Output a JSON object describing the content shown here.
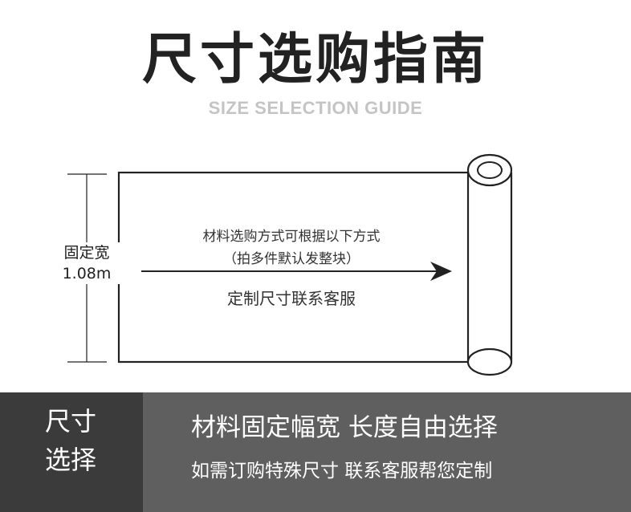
{
  "header": {
    "title": "尺寸选购指南",
    "subtitle": "SIZE SELECTION GUIDE"
  },
  "diagram": {
    "width_label_line1": "固定宽",
    "width_label_line2": "1.08m",
    "info_line1": "材料选购方式可根据以下方式",
    "info_line2": "（拍多件默认发整块）",
    "custom_text": "定制尺寸联系客服"
  },
  "band": {
    "left_line1": "尺寸",
    "left_line2": "选择",
    "headline": "材料固定幅宽 长度自由选择",
    "subline": "如需订购特殊尺寸 联系客服帮您定制"
  },
  "colors": {
    "band_dark": "#3b3b3b",
    "band_mid": "#5f5f5f",
    "title_text": "#222222",
    "subtitle_text": "#c4c4c4"
  }
}
